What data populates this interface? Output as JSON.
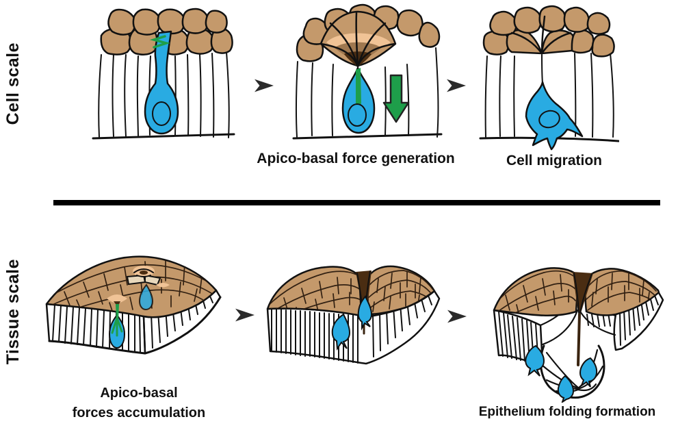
{
  "rows": {
    "cell_scale": {
      "label": "Cell scale",
      "captions": {
        "force_generation": "Apico-basal force generation",
        "migration": "Cell migration"
      }
    },
    "tissue_scale": {
      "label": "Tissue scale",
      "captions": {
        "accumulation_line1": "Apico-basal",
        "accumulation_line2": "forces accumulation",
        "folding": "Epithelium folding formation"
      }
    }
  },
  "colors": {
    "tan": "#C4996B",
    "peach": "#F0C396",
    "mid_brown": "#9F7850",
    "dark_brown": "#4A2D12",
    "beige": "#E8D8BC",
    "cell_blue": "#29ABE2",
    "green": "#1E9E4A",
    "ink": "#111111",
    "divider": "#000000",
    "arrow": "#2B2B2B"
  }
}
